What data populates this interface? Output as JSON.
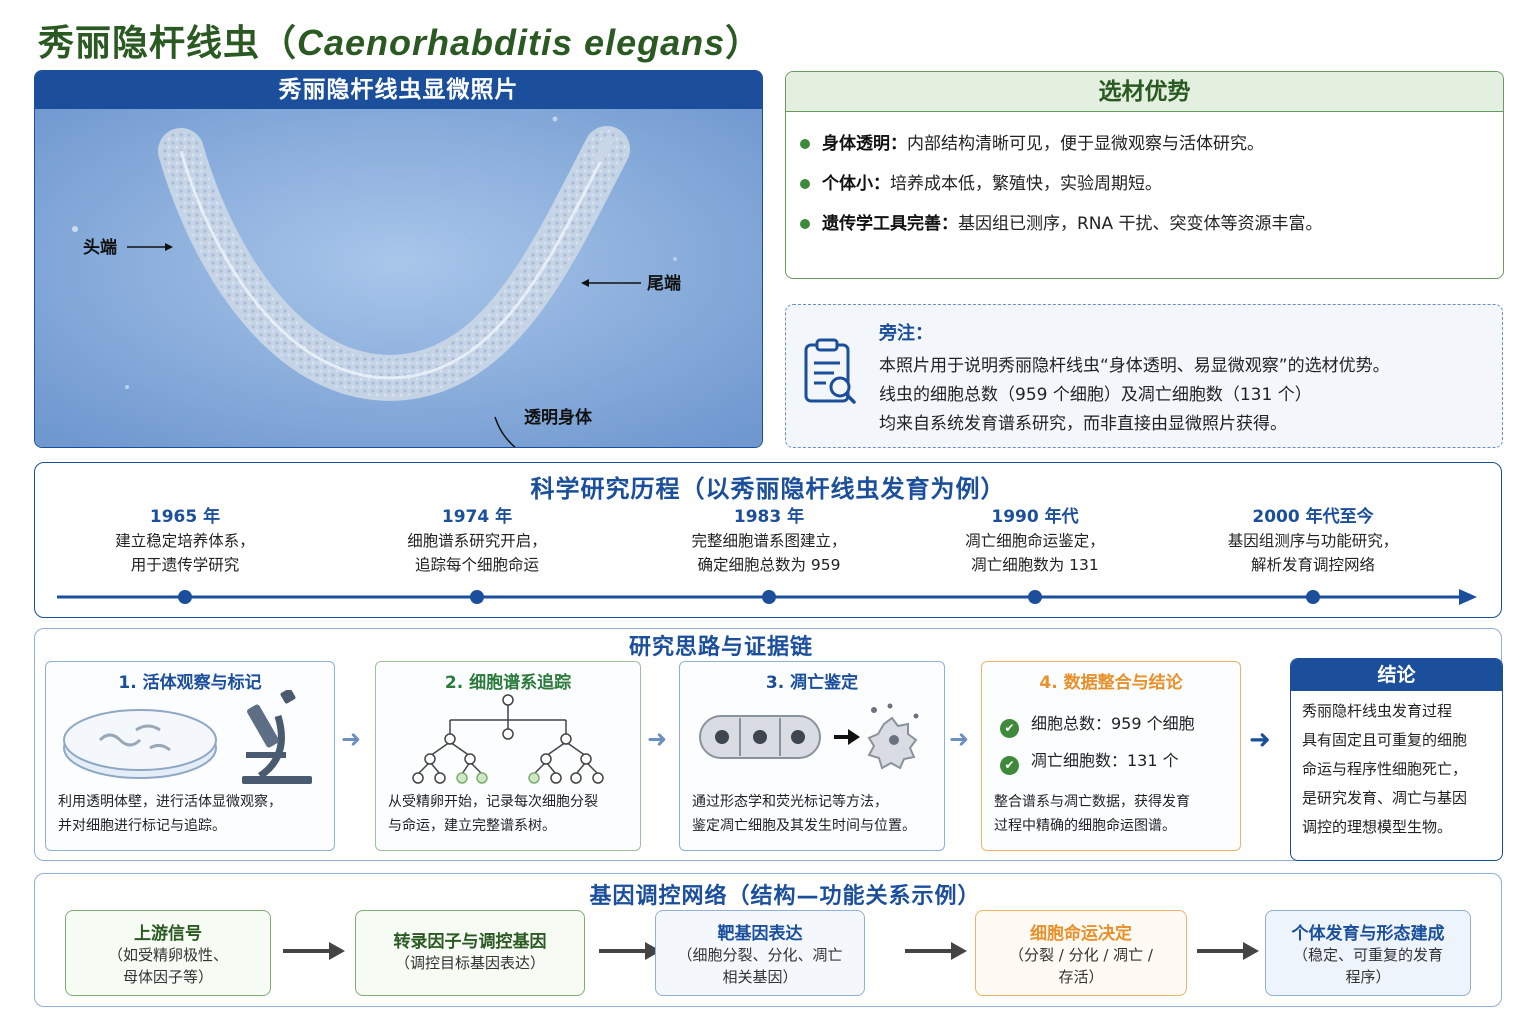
{
  "page": {
    "title_cn": "秀丽隐杆线虫（",
    "title_latin": "Caenorhabditis elegans",
    "title_end": "）"
  },
  "photo": {
    "header": "秀丽隐杆线虫显微照片",
    "label_head": "头端",
    "label_tail": "尾端",
    "label_body": "透明身体"
  },
  "advantages": {
    "header": "选材优势",
    "items": [
      {
        "term": "身体透明：",
        "text": "内部结构清晰可见，便于显微观察与活体研究。"
      },
      {
        "term": "个体小：",
        "text": "培养成本低，繁殖快，实验周期短。"
      },
      {
        "term": "遗传学工具完善：",
        "text": "基因组已测序，RNA 干扰、突变体等资源丰富。"
      }
    ]
  },
  "note": {
    "title": "旁注：",
    "lines": [
      "本照片用于说明秀丽隐杆线虫“身体透明、易显微观察”的选材优势。",
      "线虫的细胞总数（959 个细胞）及凋亡细胞数（131 个）",
      "均来自系统发育谱系研究，而非直接由显微照片获得。"
    ]
  },
  "timeline": {
    "title": "科学研究历程（以秀丽隐杆线虫发育为例）",
    "events": [
      {
        "year": "1965 年",
        "line1": "建立稳定培养体系，",
        "line2": "用于遗传学研究"
      },
      {
        "year": "1974 年",
        "line1": "细胞谱系研究开启，",
        "line2": "追踪每个细胞命运"
      },
      {
        "year": "1983 年",
        "line1": "完整细胞谱系图建立，",
        "line2": "确定细胞总数为 959"
      },
      {
        "year": "1990 年代",
        "line1": "凋亡细胞命运鉴定，",
        "line2": "凋亡细胞数为 131"
      },
      {
        "year": "2000 年代至今",
        "line1": "基因组测序与功能研究，",
        "line2": "解析发育调控网络"
      }
    ]
  },
  "chain": {
    "title": "研究思路与证据链",
    "steps": [
      {
        "title": "1. 活体观察与标记",
        "line1": "利用透明体壁，进行活体显微观察，",
        "line2": "并对细胞进行标记与追踪。"
      },
      {
        "title": "2. 细胞谱系追踪",
        "line1": "从受精卵开始，记录每次细胞分裂",
        "line2": "与命运，建立完整谱系树。"
      },
      {
        "title": "3. 凋亡鉴定",
        "line1": "通过形态学和荧光标记等方法，",
        "line2": "鉴定凋亡细胞及其发生时间与位置。"
      },
      {
        "title": "4. 数据整合与结论",
        "check1": "细胞总数：959 个细胞",
        "check2": "凋亡细胞数：131 个",
        "line1": "整合谱系与凋亡数据，获得发育",
        "line2": "过程中精确的细胞命运图谱。"
      }
    ],
    "conclusion": {
      "header": "结论",
      "lines": [
        "秀丽隐杆线虫发育过程",
        "具有固定且可重复的细胞",
        "命运与程序性细胞死亡，",
        "是研究发育、凋亡与基因",
        "调控的理想模型生物。"
      ]
    }
  },
  "gene": {
    "title": "基因调控网络（结构—功能关系示例）",
    "boxes": [
      {
        "title": "上游信号",
        "sub1": "（如受精卵极性、",
        "sub2": "母体因子等）"
      },
      {
        "title": "转录因子与调控基因",
        "sub1": "（调控目标基因表达）",
        "sub2": ""
      },
      {
        "title": "靶基因表达",
        "sub1": "（细胞分裂、分化、凋亡",
        "sub2": "相关基因）"
      },
      {
        "title": "细胞命运决定",
        "sub1": "（分裂 / 分化 / 凋亡 /",
        "sub2": "存活）"
      },
      {
        "title": "个体发育与形态建成",
        "sub1": "（稳定、可重复的发育",
        "sub2": "程序）"
      }
    ]
  },
  "colors": {
    "brand_blue": "#1b4f9c",
    "brand_green": "#2a5a22",
    "accent_orange": "#e8902a",
    "check_green": "#3f8a3a"
  }
}
